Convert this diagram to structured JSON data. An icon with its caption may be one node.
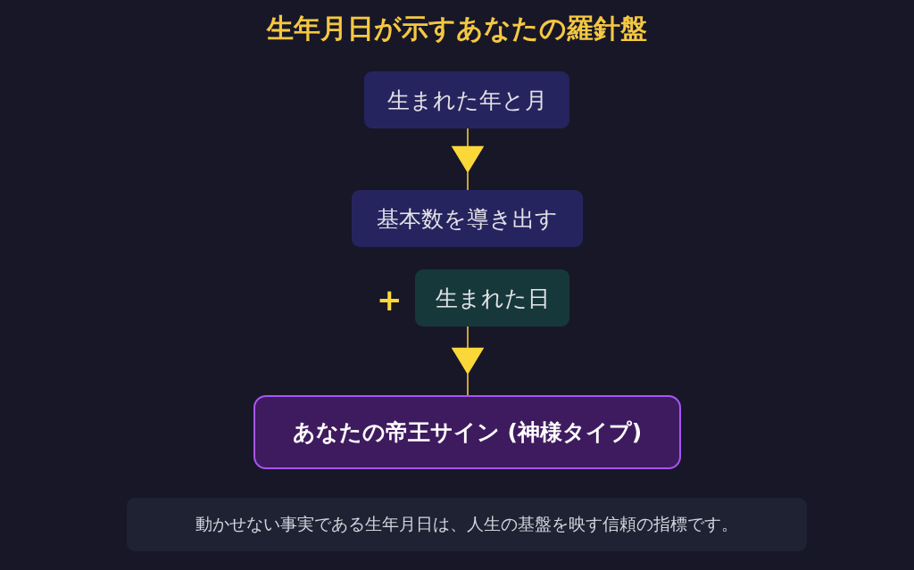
{
  "diagram": {
    "title": "生年月日が示すあなたの羅針盤",
    "nodes": [
      {
        "text": [
          "生まれた年と月"
        ]
      },
      {
        "text": [
          "基本数を導き出す"
        ]
      },
      {
        "text": [
          "生まれた日"
        ]
      },
      {
        "text": [
          "あなたの帝王サイン (神様タイプ)"
        ]
      },
      {
        "text": [
          "動かせない事実である生年月日は、人生の基盤を映す信頼の指標です。"
        ]
      }
    ],
    "edges": [
      {
        "from": 0,
        "to": 1,
        "arrow": "to"
      },
      {
        "from": 2,
        "to": 3,
        "arrow": "to"
      }
    ],
    "labels": [
      "+"
    ]
  }
}
